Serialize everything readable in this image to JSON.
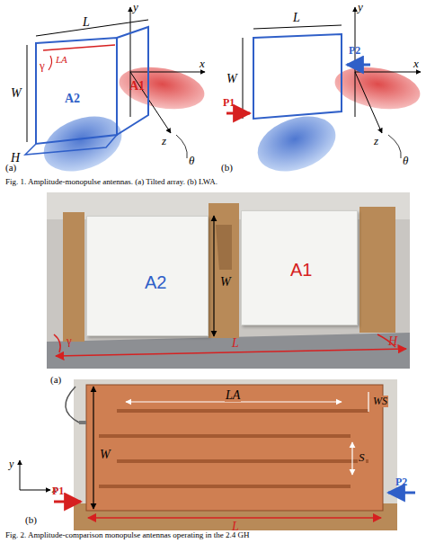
{
  "diagram": {
    "caption": "Fig. 2. Amplitude-comparison monopulse antennas operating in the 2.4 GH",
    "nodes": [
      {
        "text": [
          "A2"
        ]
      },
      {
        "text": [
          "A1"
        ]
      }
    ],
    "labels": [
      "y",
      "L",
      "LA",
      "γ",
      "A1",
      "W",
      "A2",
      "x",
      "H",
      "z",
      "θ",
      "(a)",
      "y",
      "L",
      "P2",
      "W",
      "x",
      "P1",
      "z",
      "θ",
      "(b)",
      "Fig. 1. Amplitude-monopulse antennas. (a) Tilted array. (b) LWA.",
      "LA",
      "W",
      "H",
      "(a)",
      "γ",
      "L",
      "W",
      "LA",
      "WS",
      "S",
      "y",
      "x",
      "P1",
      "P2",
      "(b)",
      "L"
    ]
  }
}
